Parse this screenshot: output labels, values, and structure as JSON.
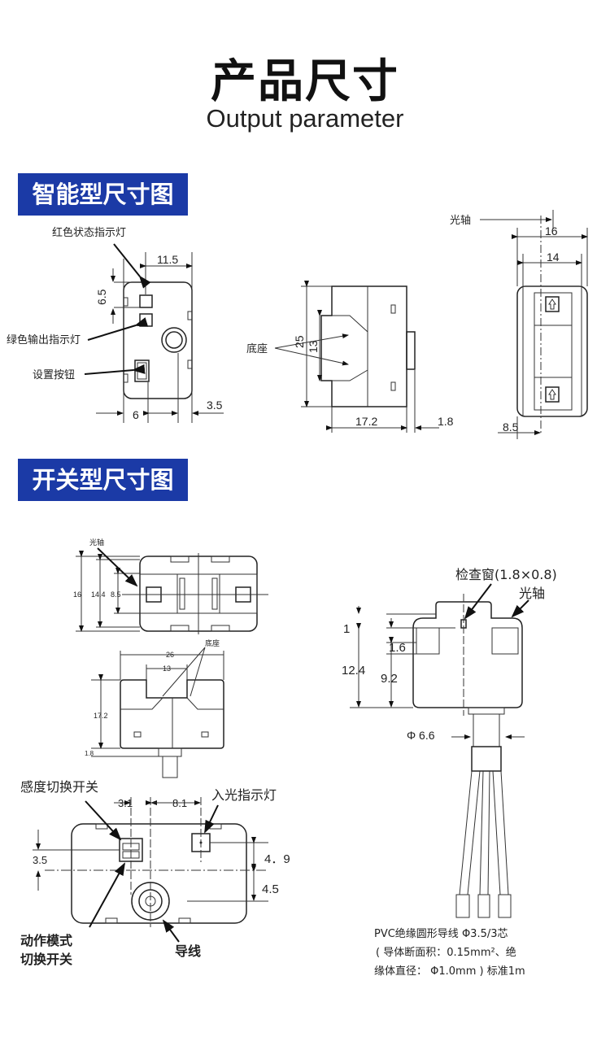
{
  "header": {
    "title": "产品尺寸",
    "subtitle": "Output parameter"
  },
  "section_smart": {
    "label": "智能型尺寸图",
    "front": {
      "red_led": "红色状态指示灯",
      "green_led": "绿色输出指示灯",
      "set_button": "设置按钮",
      "d_11_5": "11.5",
      "d_6_5": "6.5",
      "d_6": "6",
      "d_3_5": "3.5"
    },
    "side": {
      "base": "底座",
      "d_25": "25",
      "d_13": "13",
      "d_17_2": "17.2",
      "d_1_8": "1.8"
    },
    "top": {
      "optical_axis": "光轴",
      "d_16": "16",
      "d_14": "14",
      "d_8_5": "8.5"
    }
  },
  "section_switch": {
    "label": "开关型尺寸图",
    "top": {
      "optical_axis": "光轴",
      "d_16": "16",
      "d_14_4": "14.4",
      "d_8_5": "8.5"
    },
    "side": {
      "base": "底座",
      "d_26": "26",
      "d_13": "13",
      "d_17_2": "17.2",
      "d_1_8": "1.8"
    },
    "back": {
      "sens_switch": "感度切换开关",
      "light_led": "入光指示灯",
      "d_3_1": "3.1",
      "d_8_1": "8.1",
      "d_3_5": "3.5",
      "d_4_9": "4．9",
      "d_4_5": "4.5",
      "mode_switch_1": "动作模式",
      "mode_switch_2": "切换开关",
      "cable": "导线"
    },
    "profile": {
      "window": "检查窗(1.8×0.8)",
      "optical_axis": "光轴",
      "d_1": "1",
      "d_1_6": "1.6",
      "d_12_4": "12.4",
      "d_9_2": "9.2",
      "d_phi": "Φ 6.6",
      "cable_note_1": "PVC绝缘圆形导线 Φ3.5/3芯",
      "cable_note_2": "( 导体断面积：0.15mm²、绝",
      "cable_note_3": "缘体直径： Φ1.0mm ) 标准1m"
    }
  }
}
